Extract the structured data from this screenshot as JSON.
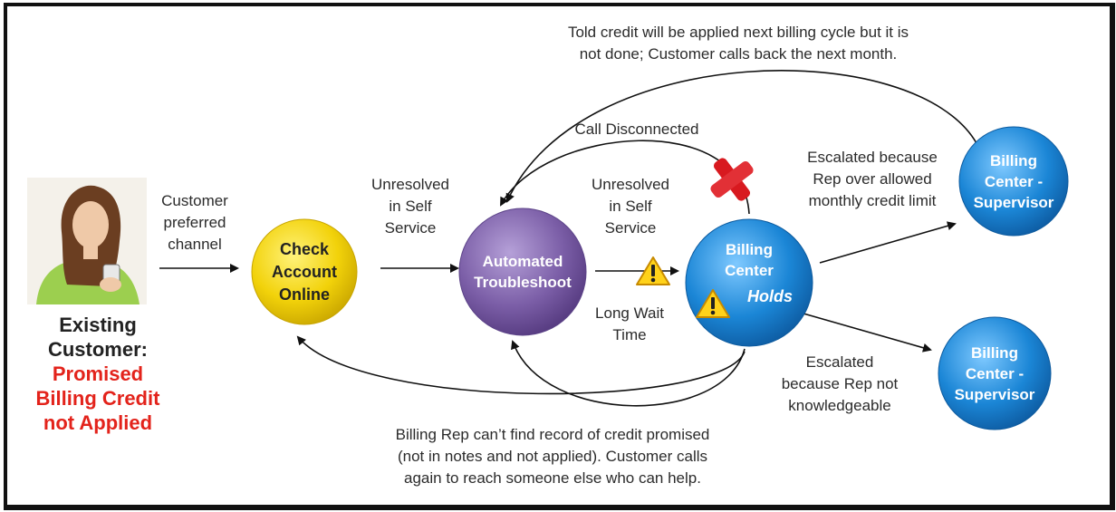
{
  "customer": {
    "label_line1": "Existing",
    "label_line2": "Customer:",
    "issue_line1": "Promised",
    "issue_line2": "Billing Credit",
    "issue_line3": "not Applied",
    "issue_color": "#e3231b"
  },
  "nodes": {
    "check_account": {
      "line1": "Check",
      "line2": "Account",
      "line3": "Online",
      "color": "#f2d20a"
    },
    "automated": {
      "line1": "Automated",
      "line2": "Troubleshoot",
      "color": "#7b5ea7"
    },
    "billing_center": {
      "line1": "Billing",
      "line2": "Center",
      "holds": "Holds",
      "color": "#1b86d6"
    },
    "supervisor_top": {
      "line1": "Billing",
      "line2": "Center -",
      "line3": "Supervisor",
      "color": "#1b86d6"
    },
    "supervisor_bottom": {
      "line1": "Billing",
      "line2": "Center -",
      "line3": "Supervisor",
      "color": "#1b86d6"
    }
  },
  "labels": {
    "preferred_channel": {
      "l1": "Customer",
      "l2": "preferred",
      "l3": "channel"
    },
    "unresolved_1": {
      "l1": "Unresolved",
      "l2": "in Self",
      "l3": "Service"
    },
    "unresolved_2": {
      "l1": "Unresolved",
      "l2": "in Self",
      "l3": "Service"
    },
    "long_wait": {
      "l1": "Long Wait",
      "l2": "Time"
    },
    "call_disconnected": "Call Disconnected",
    "told_credit": {
      "l1": "Told credit will be applied next billing cycle but it is",
      "l2": "not done; Customer calls back the next month."
    },
    "escalated_limit": {
      "l1": "Escalated because",
      "l2": "Rep over allowed",
      "l3": "monthly credit limit"
    },
    "escalated_knowledge": {
      "l1": "Escalated",
      "l2": "because Rep not",
      "l3": "knowledgeable"
    },
    "billing_rep": {
      "l1": "Billing Rep can’t find record of credit promised",
      "l2": "(not in notes and not applied).  Customer calls",
      "l3": "again to reach someone else who can help."
    }
  },
  "icons": [
    "warning-icon",
    "red-x-icon",
    "person-photo"
  ]
}
